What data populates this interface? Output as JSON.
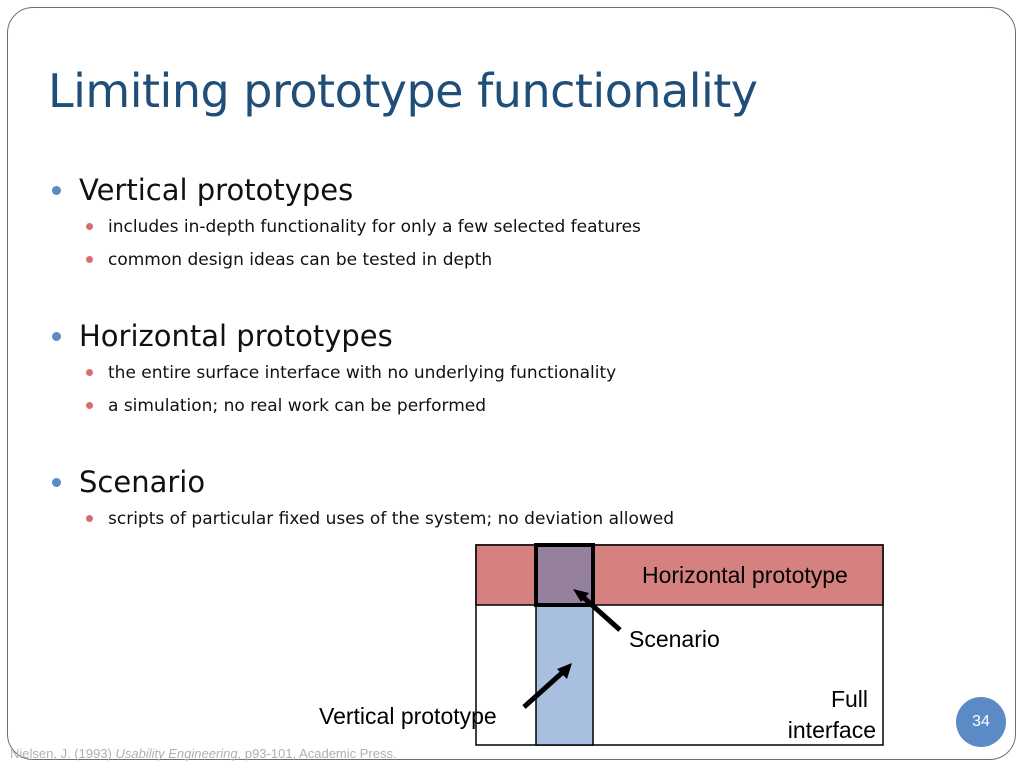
{
  "slide": {
    "title": "Limiting prototype functionality",
    "page_number": "34"
  },
  "bullets": [
    {
      "heading": "Vertical prototypes",
      "sub": [
        "includes in-depth functionality for only a few selected features",
        "common design ideas can be tested in depth"
      ]
    },
    {
      "heading": "Horizontal prototypes",
      "sub": [
        "the entire surface interface with no underlying functionality",
        "a simulation; no real work can be performed"
      ]
    },
    {
      "heading": "Scenario",
      "sub": [
        "scripts of particular fixed uses of the system; no deviation allowed"
      ]
    }
  ],
  "diagram": {
    "horizontal_label": "Horizontal prototype",
    "scenario_label": "Scenario",
    "vertical_label": "Vertical prototype",
    "full_interface_line1": "Full",
    "full_interface_line2": "interface",
    "colors": {
      "horizontal_band": "#d48180",
      "vertical_band": "#a9bfe0",
      "scenario_box": "#95819e",
      "bullet_primary": "#5b8ac6",
      "bullet_secondary": "#d86e6b",
      "title": "#1f4e79"
    }
  },
  "footer": {
    "citation_prefix": "Nielsen, J. (1993) ",
    "citation_title": "Usability Engineering,",
    "citation_suffix": " p93-101, Academic Press."
  }
}
